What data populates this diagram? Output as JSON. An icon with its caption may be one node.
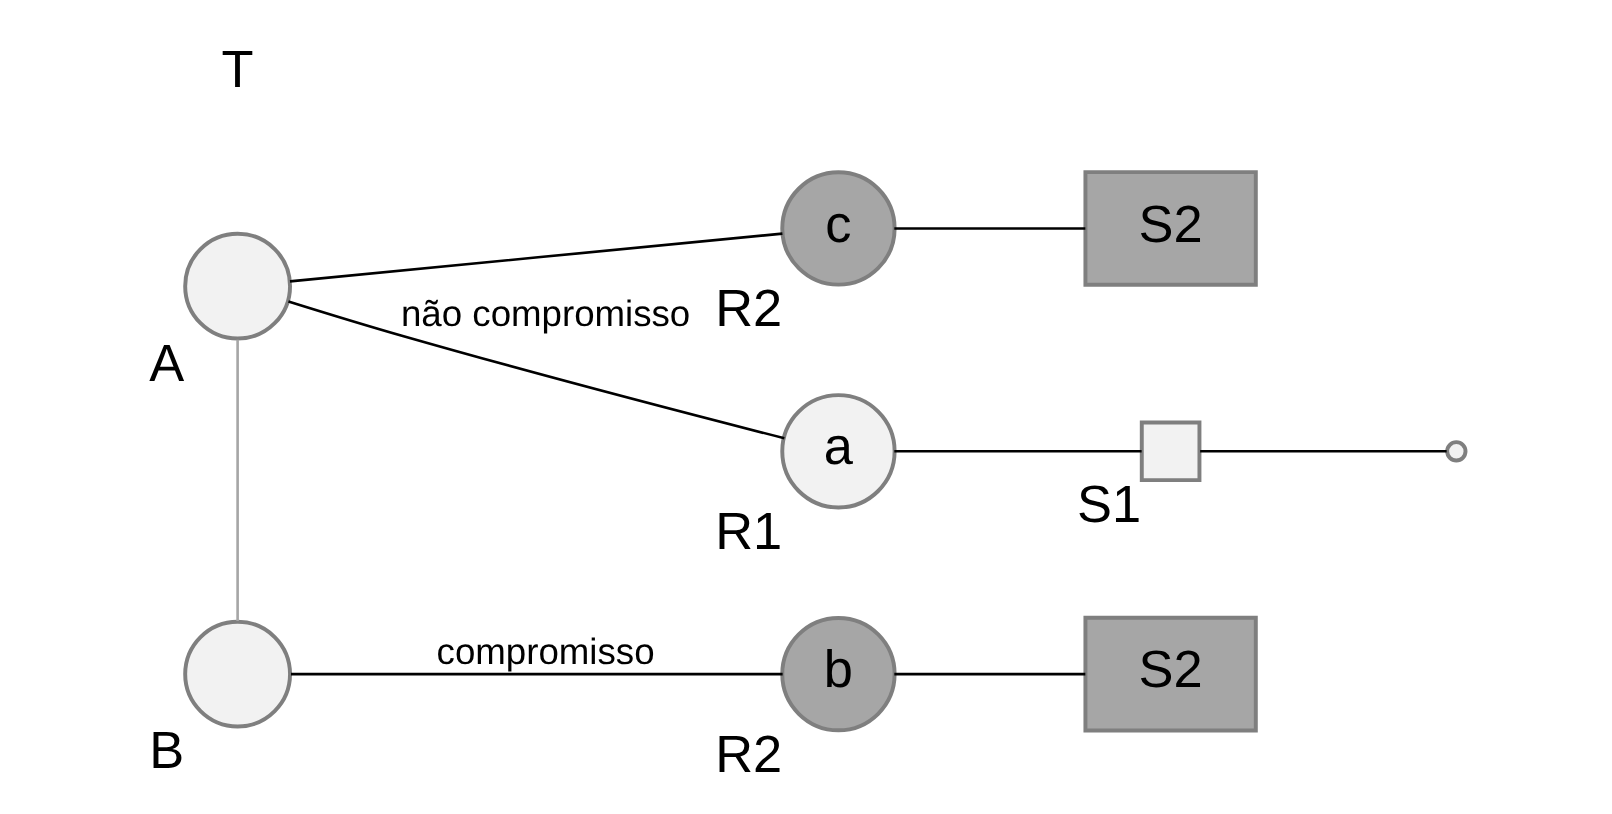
{
  "diagram": {
    "nodes": [
      {
        "text": [
          "c"
        ],
        "beside": [
          "R2"
        ]
      },
      {
        "text": [
          "S2"
        ]
      },
      {
        "text": [],
        "shape": "circle",
        "beside": [
          "A"
        ]
      },
      {
        "text": [
          "a"
        ],
        "beside": [
          "R1"
        ]
      },
      {
        "text": [],
        "shape": "box",
        "beside": [
          "S1"
        ]
      },
      {
        "text": [],
        "shape": "circle"
      },
      {
        "text": [],
        "shape": "circle",
        "beside": [
          "B"
        ]
      },
      {
        "text": [
          "b"
        ],
        "beside": [
          "R2"
        ]
      },
      {
        "text": [
          "S2"
        ]
      }
    ],
    "edges": [
      {
        "from": 2,
        "to": 0,
        "arrow": "none"
      },
      {
        "from": 2,
        "to": 3,
        "arrow": "none",
        "label": "não compromisso"
      },
      {
        "from": 0,
        "to": 1,
        "arrow": "none"
      },
      {
        "from": 3,
        "to": 4,
        "arrow": "none"
      },
      {
        "from": 4,
        "to": 5,
        "arrow": "none"
      },
      {
        "from": 2,
        "to": 6,
        "arrow": "none",
        "color": "#a6a6a6"
      },
      {
        "from": 6,
        "to": 7,
        "arrow": "none",
        "label": "compromisso"
      },
      {
        "from": 7,
        "to": 8,
        "arrow": "none"
      }
    ],
    "labels": [
      "T"
    ]
  }
}
